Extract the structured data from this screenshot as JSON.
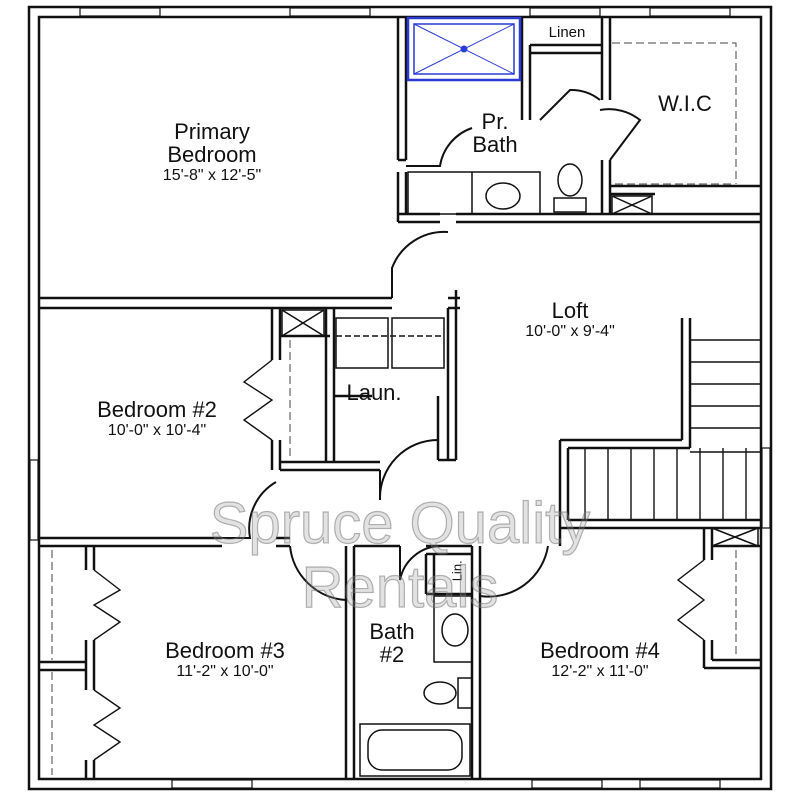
{
  "rooms": {
    "primary_bedroom": {
      "name_line1": "Primary",
      "name_line2": "Bedroom",
      "dims": "15'-8\" x 12'-5\""
    },
    "pr_bath": {
      "name_line1": "Pr.",
      "name_line2": "Bath"
    },
    "linen": {
      "name": "Linen"
    },
    "wic": {
      "name": "W.I.C"
    },
    "loft": {
      "name": "Loft",
      "dims": "10'-0\" x 9'-4\""
    },
    "laundry": {
      "name": "Laun."
    },
    "bedroom2": {
      "name": "Bedroom #2",
      "dims": "10'-0\" x 10'-4\""
    },
    "bedroom3": {
      "name": "Bedroom #3",
      "dims": "11'-2\" x 10'-0\""
    },
    "bath2": {
      "name_line1": "Bath",
      "name_line2": "#2"
    },
    "lin": {
      "name": "Lin."
    },
    "bedroom4": {
      "name": "Bedroom #4",
      "dims": "12'-2\" x 11'-0\""
    }
  },
  "watermark": {
    "line1": "Spruce Quality",
    "line2": "Rentals"
  },
  "colors": {
    "wall": "#111111",
    "shower_highlight": "#2a3bd6",
    "watermark": "#9a9a9a"
  }
}
